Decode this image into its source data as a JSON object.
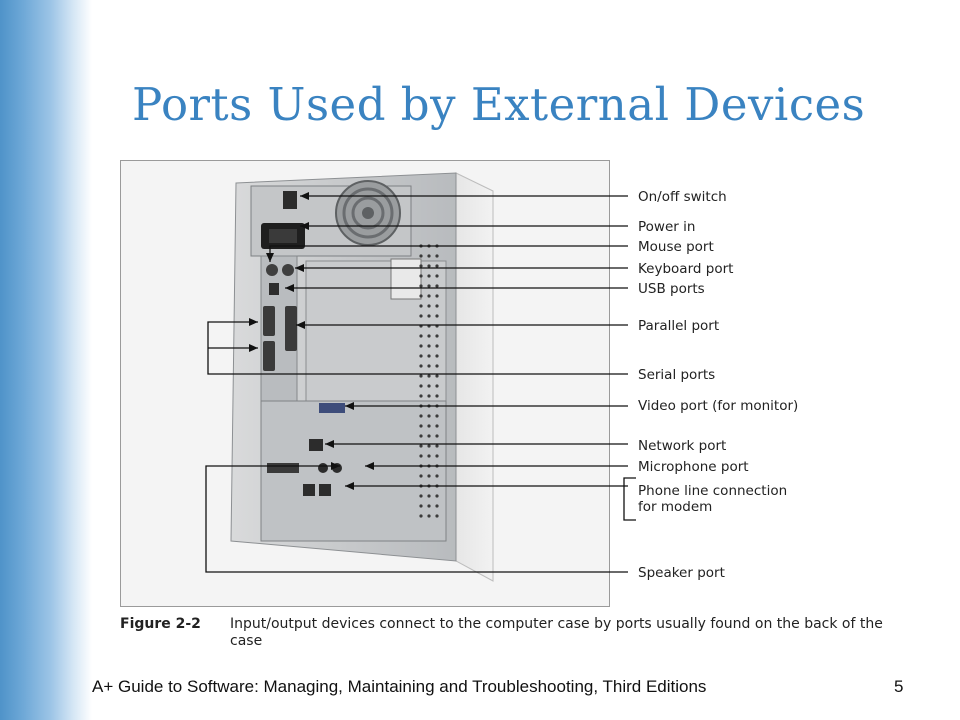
{
  "slide": {
    "title": "Ports Used by External Devices",
    "footer": "A+ Guide to Software: Managing, Maintaining and Troubleshooting, Third Editions",
    "page_number": "5"
  },
  "figure": {
    "callouts": [
      {
        "label": "On/off switch"
      },
      {
        "label": "Power in"
      },
      {
        "label": "Mouse port"
      },
      {
        "label": "Keyboard port"
      },
      {
        "label": "USB ports"
      },
      {
        "label": "Parallel port"
      },
      {
        "label": "Serial ports"
      },
      {
        "label": "Video port (for monitor)"
      },
      {
        "label": "Network port"
      },
      {
        "label": "Microphone port"
      },
      {
        "label": "Phone line connection"
      },
      {
        "label": "for modem"
      },
      {
        "label": "Speaker port"
      }
    ],
    "caption_number": "Figure 2-2",
    "caption_text": "Input/output devices connect to the computer case by ports usually found on the back of the case"
  },
  "colors": {
    "title": "#3a83c1",
    "sidebar": "#4f93c9"
  }
}
